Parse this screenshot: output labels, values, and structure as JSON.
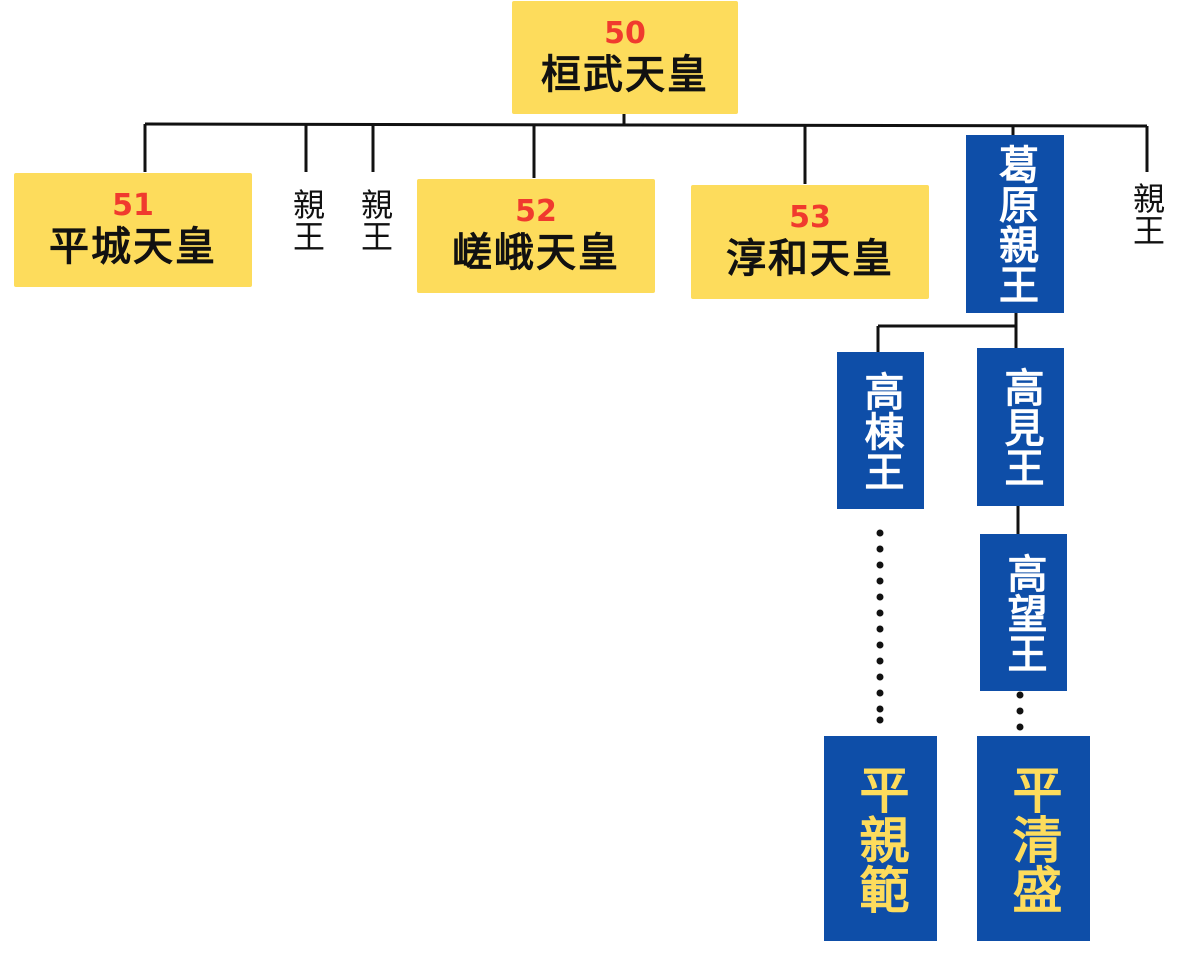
{
  "emperors": {
    "kanmu": {
      "number": "50",
      "name": "桓武天皇"
    },
    "heizei": {
      "number": "51",
      "name": "平城天皇"
    },
    "saga": {
      "number": "52",
      "name": "嵯峨天皇"
    },
    "junna": {
      "number": "53",
      "name": "淳和天皇"
    }
  },
  "princes": {
    "prince_1": "親王",
    "prince_2": "親王",
    "prince_3": "親王"
  },
  "lineage": {
    "katsurahara": "葛原親王",
    "takamune": "高棟王",
    "takami": "高見王",
    "takamochi": "高望王",
    "taira_chikanori": "平親範",
    "taira_kiyomori": "平清盛"
  },
  "colors": {
    "emperor_box": "#fddc5c",
    "emperor_number": "#f03a2e",
    "lineage_box": "#0e4ea8",
    "taira_text": "#fddc5c",
    "line": "#111111"
  }
}
